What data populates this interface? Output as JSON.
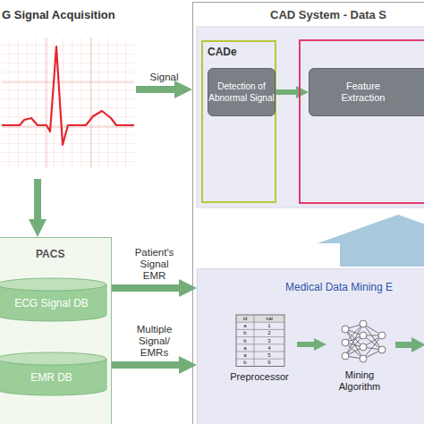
{
  "diagram": {
    "nodes": [
      {
        "text": [
          "G Signal Acquisition"
        ]
      },
      {
        "text": [
          "CAD System - Data S"
        ]
      },
      {
        "text": [
          "CADe"
        ],
        "in": 1
      },
      {
        "text": [
          "Detection of Abnormal Signal"
        ],
        "in": 2
      },
      {
        "text": [
          "Feature Extraction"
        ],
        "in": 1
      },
      {
        "text": [
          "Medical Data Mining E"
        ],
        "in": 1
      },
      {
        "text": [
          "Preprocessor"
        ],
        "in": 5
      },
      {
        "text": [
          "Mining Algorithm"
        ],
        "in": 5
      },
      {
        "text": [
          "PACS"
        ]
      },
      {
        "text": [
          "ECG Signal DB"
        ],
        "in": 8
      },
      {
        "text": [
          "EMR DB"
        ],
        "in": 8
      }
    ],
    "edges": [
      {
        "from": 0,
        "to": 1,
        "label": "Signal",
        "arrow": "to"
      },
      {
        "from": 0,
        "to": 8,
        "arrow": "to"
      },
      {
        "from": 3,
        "to": 4,
        "arrow": "to"
      },
      {
        "from": 8,
        "to": 5,
        "label": "Patient's Signal EMR",
        "arrow": "to"
      },
      {
        "from": 8,
        "to": 5,
        "label": "Multiple Signal/ EMRs",
        "arrow": "to"
      },
      {
        "from": 6,
        "to": 7,
        "arrow": "to"
      }
    ],
    "labels": [
      "id",
      "val",
      "a",
      "1",
      "b",
      "2",
      "b",
      "3",
      "a",
      "4",
      "a",
      "5",
      "b",
      "6"
    ]
  }
}
